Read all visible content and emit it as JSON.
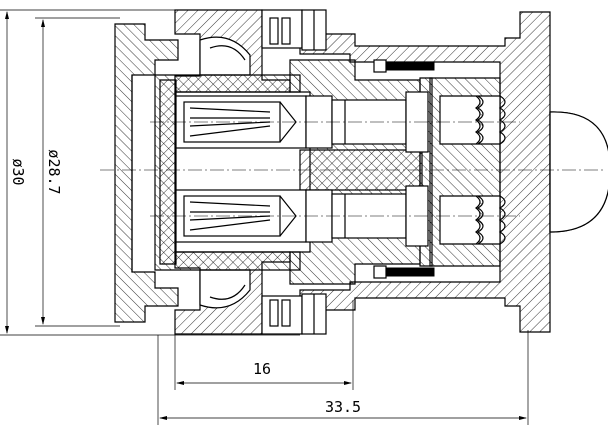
{
  "dimensions": {
    "outer_diameter": "ø30",
    "inner_diameter": "ø28.7",
    "length_inner": "16",
    "length_overall": "33.5"
  }
}
